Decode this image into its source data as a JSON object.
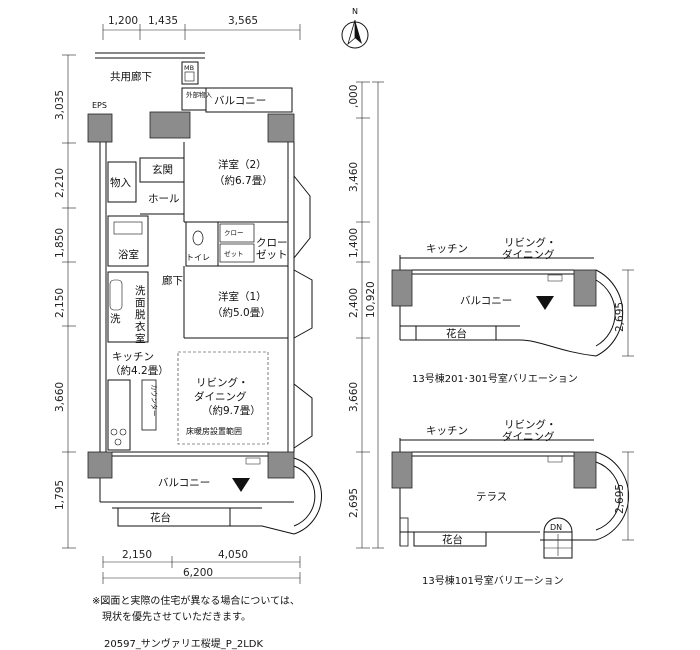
{
  "dimensions": {
    "top": [
      "1,200",
      "1,435",
      "3,565"
    ],
    "left": [
      "3,035",
      "2,210",
      "1,850",
      "2,150",
      "3,660",
      "1,795"
    ],
    "right_main": [
      ",000",
      "3,460",
      "1,400",
      "2,400",
      "3,660",
      "2,695"
    ],
    "right_total": "10,920",
    "bottom": [
      "2,150",
      "4,050"
    ],
    "bottom_total": "6,200",
    "variant1_right": "2,695",
    "variant2_right": "2,695"
  },
  "compass": {
    "label": "N"
  },
  "rooms": {
    "corridor": "共用廊下",
    "eps": "EPS",
    "mb": "MB",
    "outdoor_storage": "外部物入",
    "balcony_top": "バルコニー",
    "storage": "物入",
    "entrance": "玄関",
    "hall": "ホール",
    "western2": "洋室（2）",
    "western2_size": "（約6.7畳）",
    "bathroom": "浴室",
    "toilet": "トイレ",
    "closet_small_1": "クロー",
    "closet_small_2": "ゼット",
    "closet": "クロー",
    "closet_2": "ゼット",
    "hallway": "廊下",
    "washroom": [
      "洗",
      "面",
      "脱",
      "衣",
      "室"
    ],
    "wash": "洗",
    "western1": "洋室（1）",
    "western1_size": "（約5.0畳）",
    "kitchen": "キッチン",
    "kitchen_size": "（約4.2畳）",
    "counter": "カウンター",
    "living": "リビング・",
    "living_2": "ダイニング",
    "living_size": "（約9.7畳）",
    "floor_heating": "床暖房設置範囲",
    "balcony_bottom": "バルコニー",
    "planter": "花台"
  },
  "variant1": {
    "kitchen": "キッチン",
    "living": "リビング・",
    "living_2": "ダイニング",
    "balcony": "バルコニー",
    "planter": "花台",
    "caption": "13号棟201･301号室バリエーション"
  },
  "variant2": {
    "kitchen": "キッチン",
    "living": "リビング・",
    "living_2": "ダイニング",
    "terrace": "テラス",
    "planter": "花台",
    "dn": "DN",
    "caption": "13号棟101号室バリエーション"
  },
  "notes": {
    "line1": "※図面と実際の住宅が異なる場合については、",
    "line2": "　現状を優先させていただきます。"
  },
  "footer": {
    "code": "20597_サンヴァリエ桜堤_P_2LDK"
  }
}
